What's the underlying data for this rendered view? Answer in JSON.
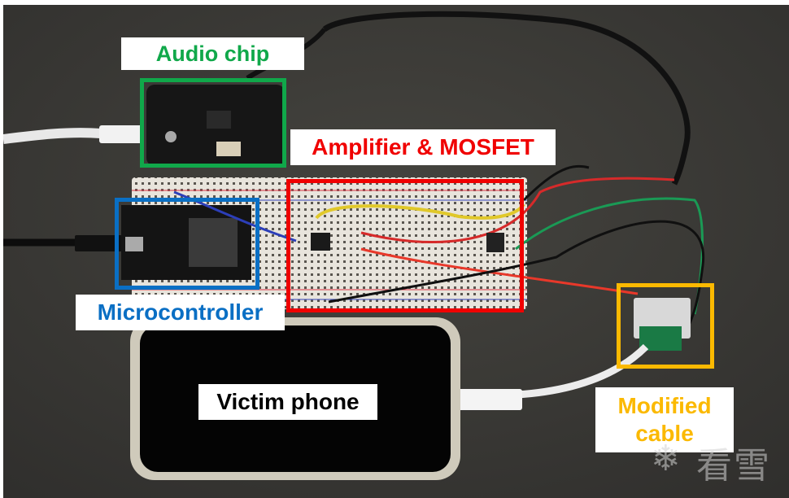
{
  "figure": {
    "description": "Photograph of attack hardware setup with annotated components",
    "annotations": [
      {
        "id": "audio-chip",
        "label": "Audio chip",
        "color": "#10a84a"
      },
      {
        "id": "amplifier-mosfet",
        "label": "Amplifier & MOSFET",
        "color": "#f00000"
      },
      {
        "id": "microcontroller",
        "label": "Microcontroller",
        "color": "#0a6fc4"
      },
      {
        "id": "modified-cable",
        "label_line1": "Modified",
        "label_line2": "cable",
        "color": "#fbb900"
      },
      {
        "id": "victim-phone",
        "label": "Victim phone",
        "color": "#000000"
      }
    ],
    "watermark": {
      "icon": "snowflake-icon",
      "text": "看雪"
    }
  }
}
